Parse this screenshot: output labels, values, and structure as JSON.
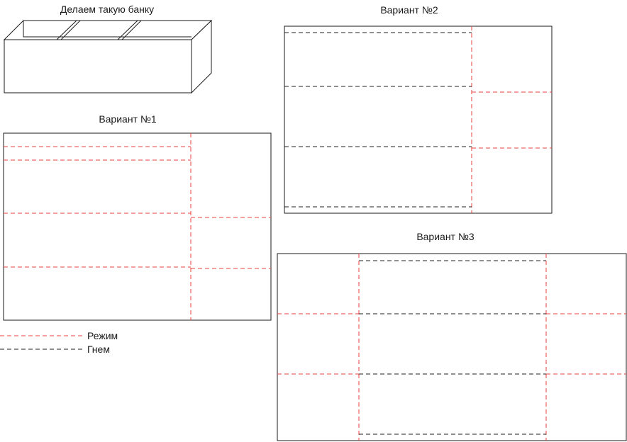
{
  "box_title": "Делаем такую банку",
  "variants": [
    {
      "title": "Вариант №1"
    },
    {
      "title": "Вариант №2"
    },
    {
      "title": "Вариант №3"
    }
  ],
  "legend": {
    "cut": {
      "label": "Режим",
      "color": "#e8413c"
    },
    "fold": {
      "label": "Гнем",
      "color": "#222222"
    }
  }
}
